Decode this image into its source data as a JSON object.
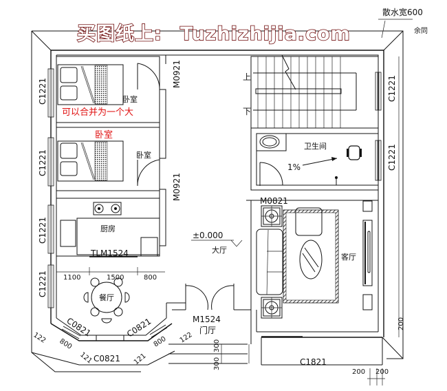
{
  "watermark": {
    "text_cn": "买图纸上:",
    "text_site": "Tuzhizhijia.com",
    "color_stroke": "#6e0a0a",
    "color_fill": "#ffffff"
  },
  "notes": {
    "apron": "散水宽600",
    "apron_same": "余同",
    "merge_note_line1": "可以合并为一个大",
    "merge_note_line2": "卧室",
    "note_color": "#e01010"
  },
  "rooms": {
    "bedroom_1": "卧室",
    "bedroom_2": "卧室",
    "kitchen": "厨房",
    "hall": "大厅",
    "dining": "餐厅",
    "foyer": "门厅",
    "bathroom": "卫生间",
    "living": "客厅"
  },
  "stairs": {
    "up": "上",
    "down": "下"
  },
  "elevation": {
    "value": "±0.000"
  },
  "bathroom_slope": "1%",
  "windows": {
    "left_1": "C1221",
    "left_2": "C1221",
    "left_3": "C1221",
    "left_4": "C1221",
    "right_1": "C1221",
    "right_2": "C1221",
    "bay_left": "C0821",
    "bay_right": "C0821",
    "bay_bottom": "C0821",
    "bottom_living": "C1821"
  },
  "doors": {
    "bedroom_1": "M0921",
    "bedroom_2": "M0921",
    "bathroom": "M0821",
    "kitchen_sliding": "TLM1524",
    "main_entry": "M1524"
  },
  "dimensions": {
    "dining_a": "1100",
    "dining_b": "1500",
    "dining_c": "800",
    "bay_left_side": "122",
    "bay_left_width": "800",
    "bay_left_offset": "121",
    "bay_right_side": "122",
    "bay_right_width": "800",
    "bay_right_offset": "121",
    "step_1": "300",
    "step_2": "300",
    "right_offset": "200",
    "bottom_1": "200",
    "bottom_2": "200"
  }
}
